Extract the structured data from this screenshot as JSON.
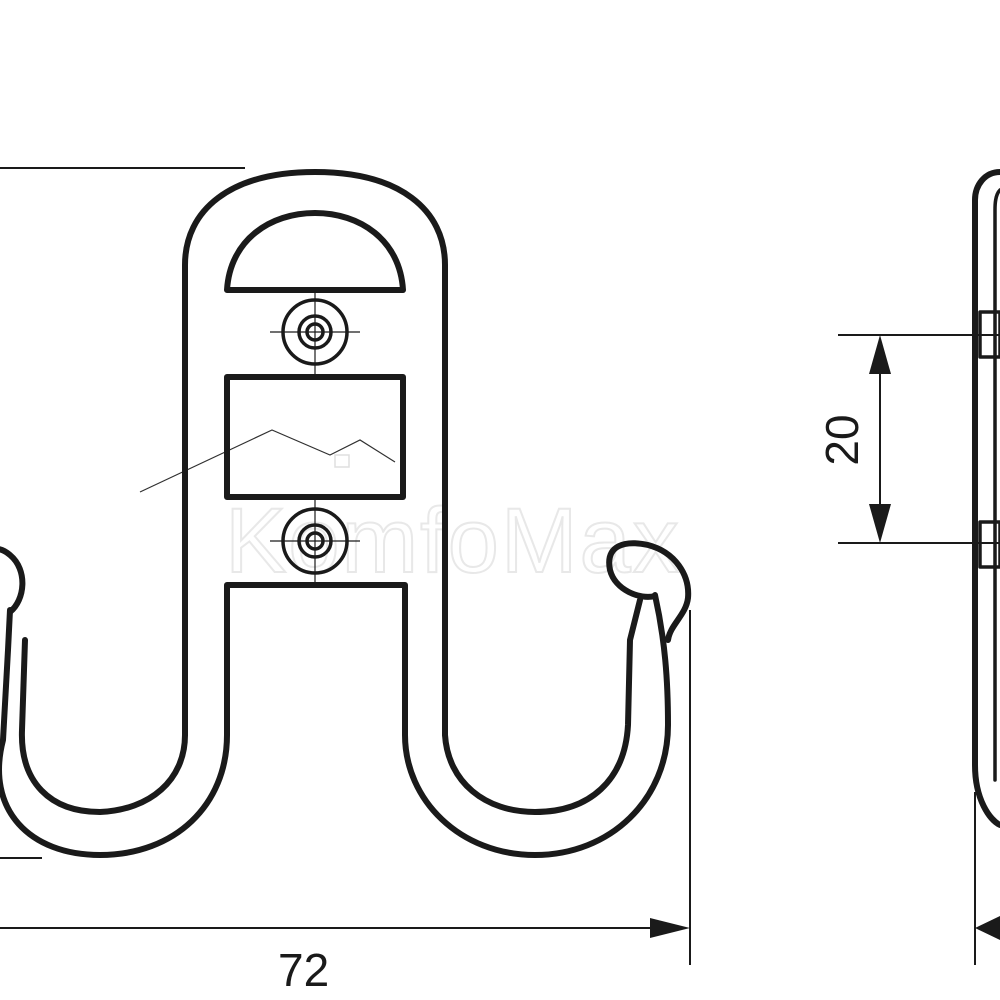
{
  "dimensions": {
    "width_label": "72",
    "spacing_label": "20"
  },
  "watermark": {
    "text": "KomfoMax"
  }
}
